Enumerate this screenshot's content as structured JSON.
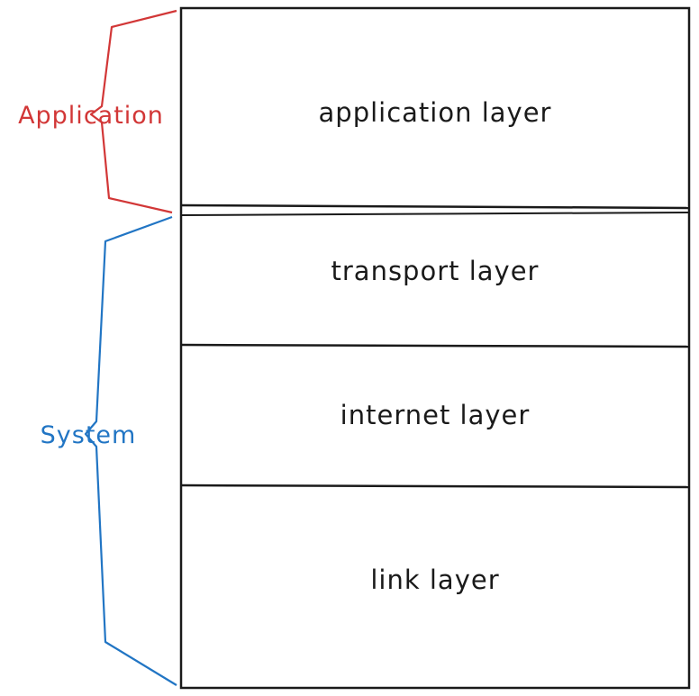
{
  "diagram": {
    "layers": [
      {
        "label": "application layer"
      },
      {
        "label": "transport layer"
      },
      {
        "label": "internet layer"
      },
      {
        "label": "link layer"
      }
    ],
    "groups": {
      "application": {
        "label": "Application",
        "color": "#d23737"
      },
      "system": {
        "label": "System",
        "color": "#2175c4"
      }
    },
    "stroke_color": "#1a1a1a",
    "background_color": "#ffffff"
  }
}
